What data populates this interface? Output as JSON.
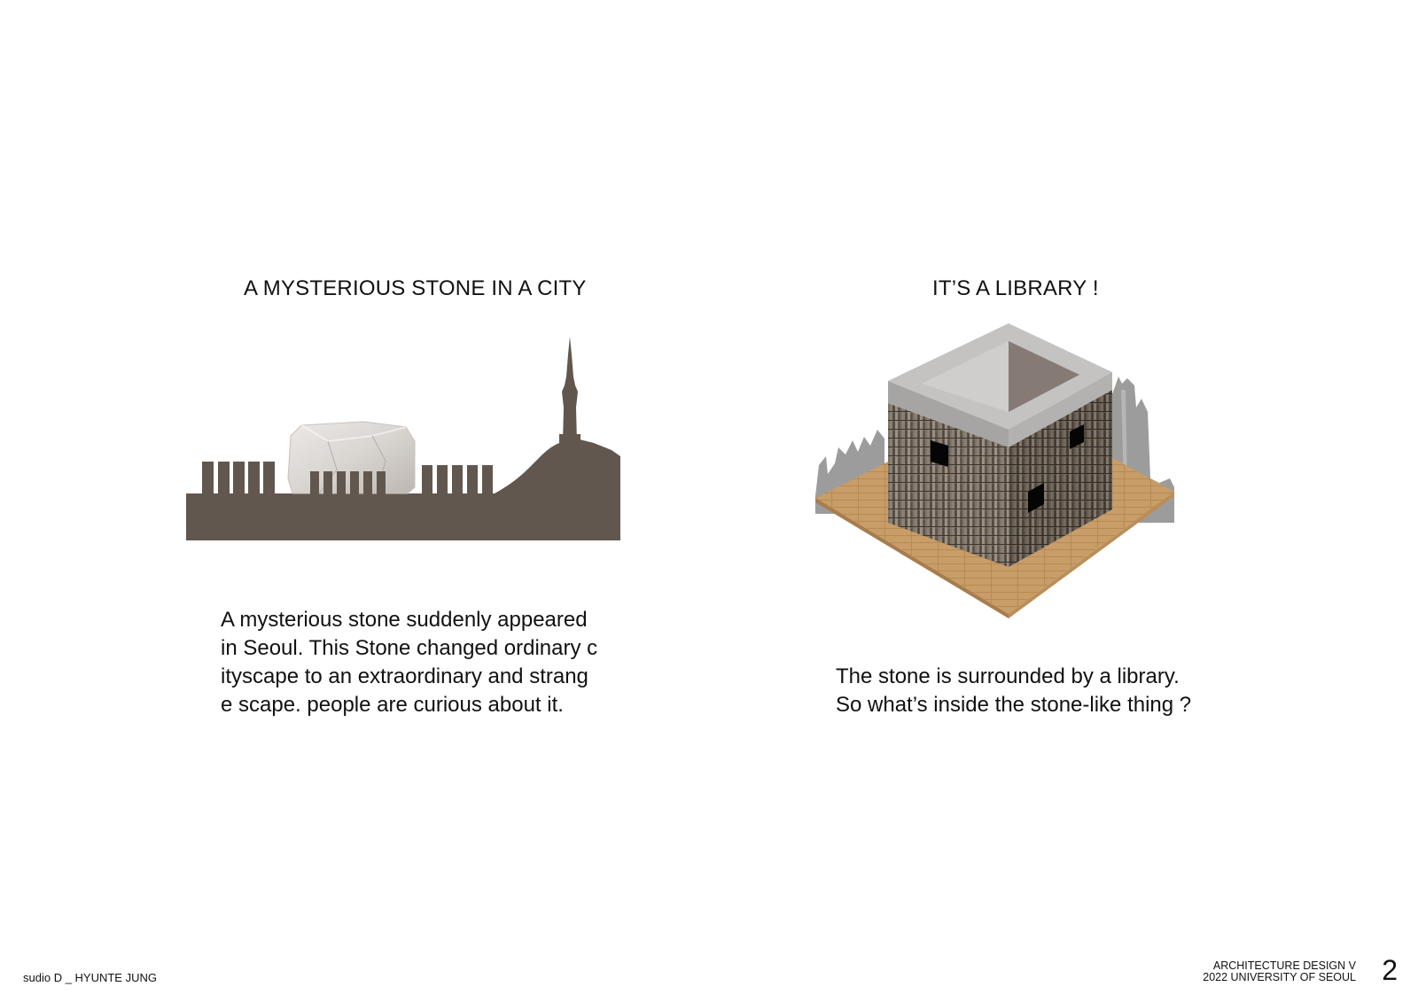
{
  "left_panel": {
    "title": "A MYSTERIOUS STONE IN A CITY",
    "text_lines": [
      "A mysterious stone suddenly appeared",
      "in Seoul. This Stone changed ordinary c",
      "ityscape to an extraordinary and strang",
      "e scape. people are curious about it."
    ],
    "illustration": "seoul-skyline-with-stone-icon"
  },
  "right_panel": {
    "title": "IT’S A LIBRARY !",
    "text_lines": [
      "The stone is surrounded by a library.",
      "So what’s inside the stone-like thing ?"
    ],
    "illustration": "isometric-library-block-icon"
  },
  "footer": {
    "credit": "sudio D _ HYUNTE JUNG",
    "course": "ARCHITECTURE DESIGN V",
    "school": "2022 UNIVERSITY OF SEOUL",
    "page_number": "2"
  },
  "colors": {
    "skyline": "#62574f",
    "stone": "#d9d5d1",
    "concrete": "#b9b8b7",
    "book_wall": "#6e655b",
    "floor": "#c49a63",
    "background_buildings": "#9c9c9c"
  }
}
